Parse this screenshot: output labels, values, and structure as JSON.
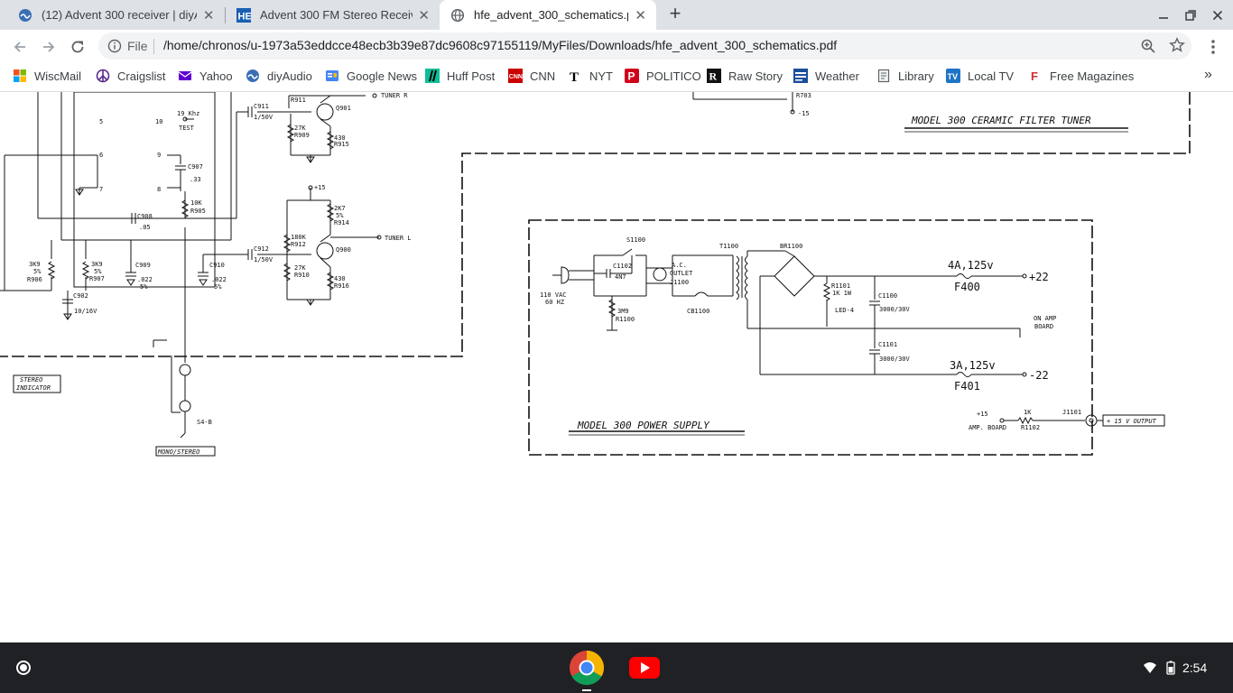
{
  "tabs": [
    {
      "title": "(12) Advent 300 receiver | diyAudio",
      "icon": "diyaudio-icon",
      "active": false
    },
    {
      "title": "Advent 300 FM Stereo Receiver Manual",
      "icon": "hifiengine-icon",
      "active": false
    },
    {
      "title": "hfe_advent_300_schematics.pdf",
      "icon": "globe-icon",
      "active": true
    }
  ],
  "omnibox": {
    "scheme": "File",
    "url": "/home/chronos/u-1973a53eddcce48ecb3b39e87dc9608c97155119/MyFiles/Downloads/hfe_advent_300_schematics.pdf"
  },
  "bookmarks": [
    {
      "label": "WiscMail",
      "icon": "windows-icon"
    },
    {
      "label": "Craigslist",
      "icon": "peace-icon"
    },
    {
      "label": "Yahoo",
      "icon": "yahoo-mail-icon"
    },
    {
      "label": "diyAudio",
      "icon": "diyaudio-icon"
    },
    {
      "label": "Google News",
      "icon": "google-news-icon"
    },
    {
      "label": "Huff Post",
      "icon": "huffpost-icon"
    },
    {
      "label": "CNN",
      "icon": "cnn-icon"
    },
    {
      "label": "NYT",
      "icon": "nyt-icon"
    },
    {
      "label": "POLITICO",
      "icon": "politico-icon"
    },
    {
      "label": "Raw Story",
      "icon": "rawstory-icon"
    },
    {
      "label": "Weather",
      "icon": "weather-channel-icon"
    },
    {
      "label": "Library",
      "icon": "library-icon"
    },
    {
      "label": "Local TV",
      "icon": "tv-icon"
    },
    {
      "label": "Free Magazines",
      "icon": "magazine-icon"
    }
  ],
  "bookmarks_more": "»",
  "schematic": {
    "tuner_title": "MODEL 300 CERAMIC FILTER TUNER",
    "power_title": "MODEL 300 POWER SUPPLY",
    "labels": {
      "tuner_r": "TUNER R",
      "tuner_l": "TUNER L",
      "r911": "R911",
      "q901": "Q901",
      "c911": "C911",
      "c911v": "1/50V",
      "r909v": "27K",
      "r909": "R909",
      "r915v": "430",
      "r915": "R915",
      "r703": "R703",
      "m15a": "-15",
      "p5": "5",
      "p10": "10",
      "p6": "6",
      "p9": "9",
      "p7": "7",
      "p8": "8",
      "khz": "19 Khz",
      "test": "TEST",
      "c907": "C907",
      "c907v": ".33",
      "r905v": "10K",
      "r905": "R905",
      "c908": "C908",
      "c908v": ".05",
      "p15": "+15",
      "r914v": "2K7",
      "r914p": "5%",
      "r914": "R914",
      "r912v": "180K",
      "r912": "R912",
      "q900": "Q900",
      "c912": "C912",
      "c912v": "1/50V",
      "r910v": "27K",
      "r910": "R910",
      "r916v": "430",
      "r916": "R916",
      "r906v": "3K9",
      "r906p": "5%",
      "r906": "R906",
      "r907v": "3K9",
      "r907p": "5%",
      "r907": "R907",
      "c909": "C909",
      "c909v": ".022",
      "c909p": "5%",
      "c910": "C910",
      "c910v": ".022",
      "c910p": "5%",
      "c902": "C902",
      "c902v": "10/16V",
      "stereo": "STEREO",
      "indicator": "INDICATOR",
      "s4b": "S4-B",
      "monostereo": "MONO/STEREO",
      "s1100": "S1100",
      "c1102": "C1102",
      "c1102v": "4N7",
      "ac": "A.C.",
      "outlet": "OUTLET",
      "j1100": "J1100",
      "vac": "110 VAC",
      "hz": "60 HZ",
      "r1100v": "3M9",
      "r1100": "R1100",
      "cb1100": "CB1100",
      "t1100": "T1100",
      "br1100": "BR1100",
      "r1101": "R1101",
      "r1101v": "1K 1W",
      "led": "LED-4",
      "c1100": "C1100",
      "c1100v": "3000/30V",
      "c1101": "C1101",
      "c1101v": "3000/30V",
      "f400v": "4A,125v",
      "f400": "F400",
      "plus22": "+22",
      "f401v": "3A,125v",
      "f401": "F401",
      "minus22": "-22",
      "onamp": "ON AMP",
      "board": "BOARD",
      "amp15": "+15",
      "ampboard": "AMP. BOARD",
      "r1102v": "1K",
      "r1102": "R1102",
      "j1101": "J1101",
      "output": "+ 15 V OUTPUT"
    }
  },
  "shelf": {
    "apps": [
      {
        "name": "chrome-icon"
      },
      {
        "name": "youtube-icon"
      }
    ],
    "time": "2:54"
  },
  "colors": {
    "tab_strip": "#dee1e6",
    "shelf": "#202124",
    "youtube": "#ff0000"
  }
}
